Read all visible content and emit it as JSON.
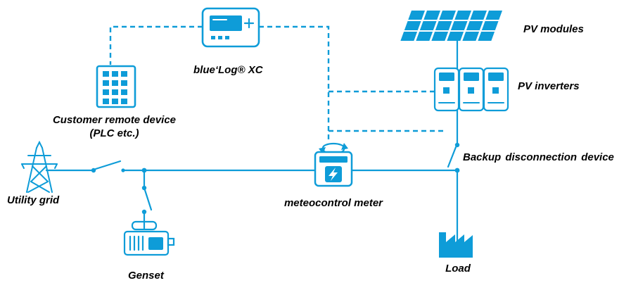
{
  "colors": {
    "accent": "#0e9cd8",
    "label": "#000000",
    "background": "#ffffff"
  },
  "diagram": {
    "type": "single-line-diagram",
    "labels": {
      "utility_grid": "Utility grid",
      "genset": "Genset",
      "customer_remote_device_line1": "Customer remote device",
      "customer_remote_device_line2": "(PLC etc.)",
      "bluelog_xc": "blue‘Log® XC",
      "pv_modules": "PV modules",
      "pv_inverters": "PV inverters",
      "backup_disconnection_device": "Backup disconnection device",
      "meteocontrol_meter": "meteocontrol meter",
      "load": "Load"
    },
    "nodes": [
      {
        "id": "utility_grid",
        "label": "Utility grid",
        "icon": "transmission-tower"
      },
      {
        "id": "genset",
        "label": "Genset",
        "icon": "generator"
      },
      {
        "id": "customer_remote_device",
        "label": "Customer remote device (PLC etc.)",
        "icon": "keypad-device"
      },
      {
        "id": "bluelog_xc",
        "label": "blue‘Log® XC",
        "icon": "datalogger"
      },
      {
        "id": "meteocontrol_meter",
        "label": "meteocontrol meter",
        "icon": "energy-meter"
      },
      {
        "id": "pv_modules",
        "label": "PV modules",
        "icon": "solar-panel"
      },
      {
        "id": "pv_inverters",
        "label": "PV inverters",
        "icon": "inverter-trio"
      },
      {
        "id": "backup_disconnection_device",
        "label": "Backup disconnection device",
        "icon": "disconnect-switch"
      },
      {
        "id": "load",
        "label": "Load",
        "icon": "factory"
      }
    ],
    "edges": [
      {
        "from": "utility_grid",
        "to": "ac_bus",
        "kind": "power",
        "style": "solid",
        "via": "disconnect-switch"
      },
      {
        "from": "genset",
        "to": "ac_bus",
        "kind": "power",
        "style": "solid",
        "via": "disconnect-switch"
      },
      {
        "from": "meteocontrol_meter",
        "to": "ac_bus",
        "kind": "power",
        "style": "solid"
      },
      {
        "from": "pv_modules",
        "to": "pv_inverters",
        "kind": "power",
        "style": "solid"
      },
      {
        "from": "pv_inverters",
        "to": "ac_bus",
        "kind": "power",
        "style": "solid",
        "via": "backup_disconnection_device"
      },
      {
        "from": "ac_bus",
        "to": "load",
        "kind": "power",
        "style": "solid"
      },
      {
        "from": "bluelog_xc",
        "to": "customer_remote_device",
        "kind": "communication",
        "style": "dashed"
      },
      {
        "from": "bluelog_xc",
        "to": "meteocontrol_meter",
        "kind": "communication",
        "style": "dashed"
      },
      {
        "from": "bluelog_xc",
        "to": "pv_inverters",
        "kind": "communication",
        "style": "dashed"
      },
      {
        "from": "bluelog_xc",
        "to": "backup_disconnection_device",
        "kind": "communication",
        "style": "dashed"
      }
    ]
  }
}
